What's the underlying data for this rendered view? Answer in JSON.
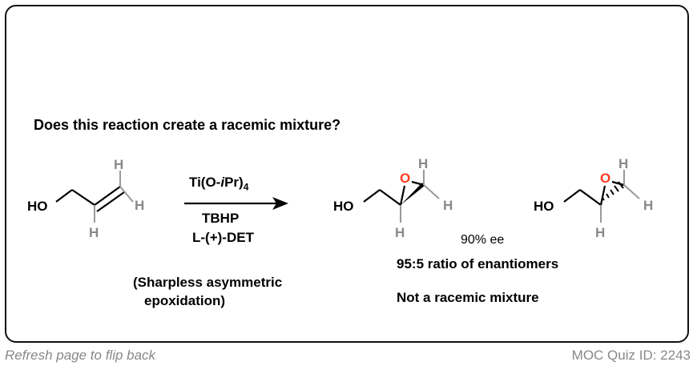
{
  "question": "Does this reaction create a racemic mixture?",
  "reactant": {
    "ho": "HO",
    "h_top": "H",
    "h_right": "H",
    "h_bottom": "H"
  },
  "reagents": {
    "line1_prefix": "Ti(O-",
    "line1_italic": "i",
    "line1_mid": "Pr)",
    "line1_sub": "4",
    "line2": "TBHP",
    "line3": "L-(+)-DET"
  },
  "reaction_name": {
    "line1": "(Sharpless asymmetric",
    "line2": "epoxidation)"
  },
  "product_1": {
    "ho": "HO",
    "o": "O",
    "h_top": "H",
    "h_right": "H",
    "h_bottom": "H"
  },
  "product_2": {
    "ho": "HO",
    "o": "O",
    "h_top": "H",
    "h_right": "H",
    "h_bottom": "H"
  },
  "results": {
    "ee": "90% ee",
    "ratio": "95:5 ratio of enantiomers",
    "conclusion": "Not a racemic mixture"
  },
  "footer": {
    "left": "Refresh page to flip back",
    "right": "MOC Quiz ID: 2243"
  },
  "colors": {
    "hydrogen": "#888888",
    "oxygen": "#ff3b1f",
    "bond": "#000000"
  }
}
